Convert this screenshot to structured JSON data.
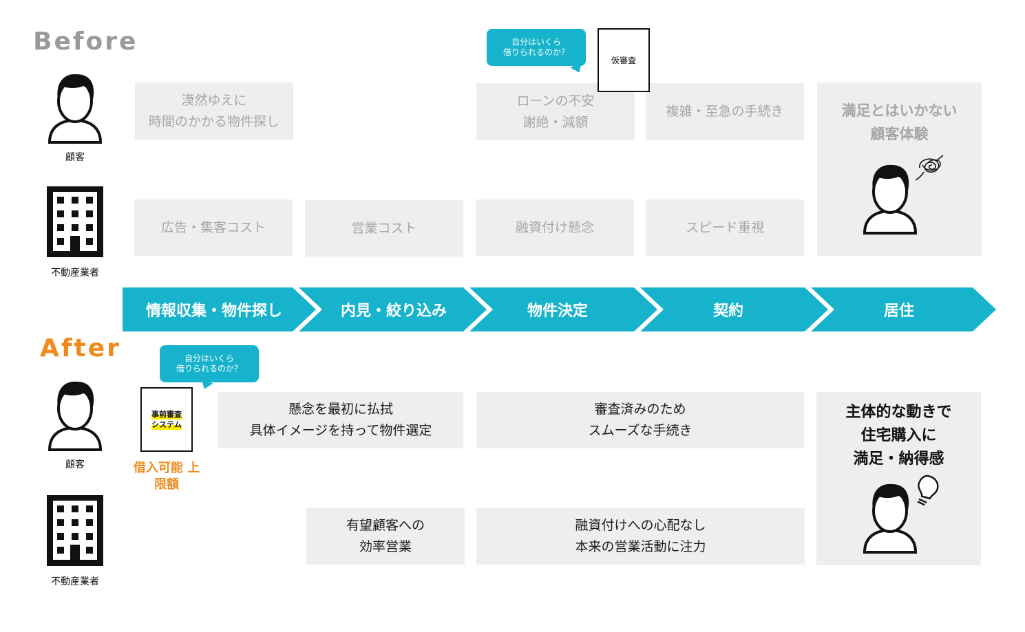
{
  "titles": {
    "before": "Before",
    "after": "After"
  },
  "actors": {
    "customer": "顧客",
    "business": "不動産業者"
  },
  "stages": [
    "情報収集・物件探し",
    "内見・絞り込み",
    "物件決定",
    "契約",
    "居住"
  ],
  "before": {
    "customer_boxes": [
      {
        "lines": [
          "漠然ゆえに",
          "時間のかかる物件探し"
        ]
      },
      {
        "lines": [
          "ローンの不安",
          "謝絶・減額"
        ]
      },
      {
        "lines": [
          "複雑・至急の手続き"
        ]
      }
    ],
    "business_boxes": [
      {
        "lines": [
          "広告・集客コスト"
        ]
      },
      {
        "lines": [
          "営業コスト"
        ]
      },
      {
        "lines": [
          "融資付け懸念"
        ]
      },
      {
        "lines": [
          "スピード重視"
        ]
      }
    ],
    "bubble": [
      "自分はいくら",
      "借りられるのか？"
    ],
    "doc_label": "仮審査",
    "final": [
      "満足とはいかない",
      "顧客体験"
    ]
  },
  "after": {
    "bubble": [
      "自分はいくら",
      "借りられるのか？"
    ],
    "doc_label": [
      "事前審査",
      "システム"
    ],
    "note": [
      "借入可能",
      "上限額"
    ],
    "customer_boxes": [
      {
        "lines": [
          "懸念を最初に払拭",
          "具体イメージを持って物件選定"
        ]
      },
      {
        "lines": [
          "審査済みのため",
          "スムーズな手続き"
        ]
      }
    ],
    "business_boxes": [
      {
        "lines": [
          "有望顧客への",
          "効率営業"
        ]
      },
      {
        "lines": [
          "融資付けへの心配なし",
          "本来の営業活動に注力"
        ]
      }
    ],
    "final": [
      "主体的な動きで",
      "住宅購入に",
      "満足・納得感"
    ]
  },
  "colors": {
    "accent": "#17b3cc",
    "after_orange": "#f08a1c",
    "box_bg": "#eeeeee",
    "muted_text": "#a6a6a6",
    "highlight": "#ffee00"
  },
  "icons": [
    "person-icon",
    "building-icon",
    "scribble-icon",
    "lightbulb-icon",
    "document-icon"
  ]
}
